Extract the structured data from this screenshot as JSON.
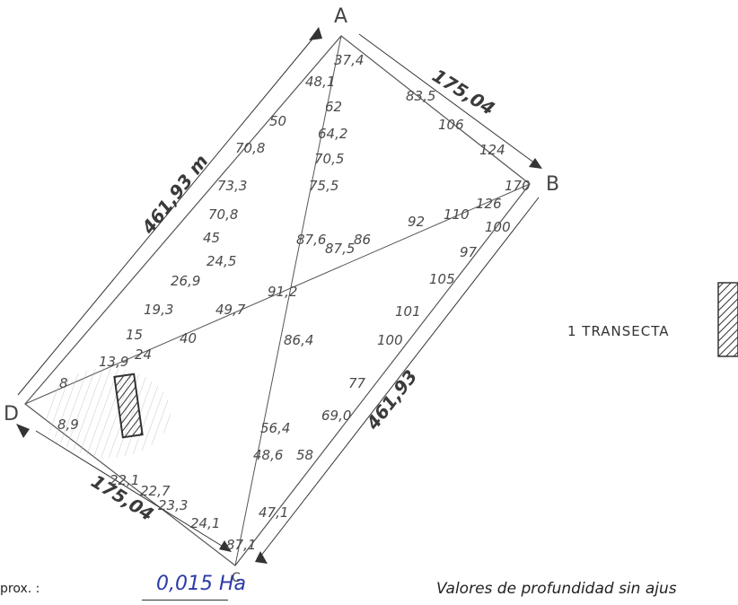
{
  "corners": {
    "A": "A",
    "B": "B",
    "C": "C",
    "D": "D"
  },
  "dimensions": {
    "AB": "175,04",
    "AD": "461,93 m",
    "BC": "461,93",
    "DC": "175,04"
  },
  "depth_labels": [
    "37,4",
    "48,1",
    "62",
    "64,2",
    "70,5",
    "75,5",
    "87,6",
    "87,5",
    "86",
    "92",
    "110",
    "126",
    "170",
    "83,5",
    "106",
    "124",
    "100",
    "97",
    "105",
    "101",
    "100",
    "77",
    "69,0",
    "86,4",
    "91,2",
    "56,4",
    "48,6",
    "58",
    "47,1",
    "87,1",
    "50",
    "70,8",
    "73,3",
    "70,8",
    "45",
    "24,5",
    "26,9",
    "19,3",
    "15",
    "13,9",
    "24",
    "40",
    "49,7",
    "8",
    "8,9",
    "22,1",
    "22,7",
    "23,3",
    "24,1"
  ],
  "legend": {
    "text": "1 TRANSECTA"
  },
  "footer": {
    "label": "prox. :",
    "value": "0,015 Ha",
    "note": "Valores de profundidad sin ajus"
  },
  "colors": {
    "ink": "#4a4a4a",
    "pen_blue": "#2b3aa6"
  }
}
